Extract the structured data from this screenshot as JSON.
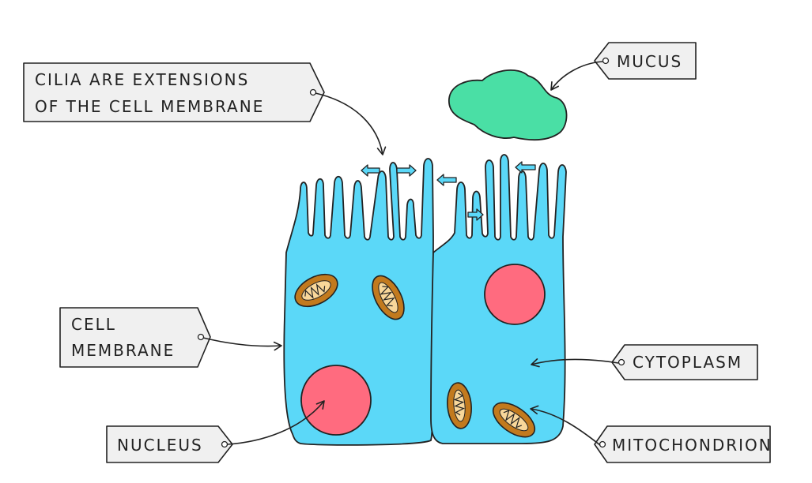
{
  "diagram": {
    "labels": {
      "cilia_line1": "CILIA ARE EXTENSIONS",
      "cilia_line2": "OF THE CELL MEMBRANE",
      "mucus": "MUCUS",
      "cell_membrane_line1": "CELL",
      "cell_membrane_line2": "MEMBRANE",
      "cytoplasm": "CYTOPLASM",
      "nucleus": "NUCLEUS",
      "mitochondrion": "MITOCHONDRION"
    }
  },
  "colors": {
    "cell": "#5bd8f8",
    "nucleus": "#ff6b7f",
    "mitochondrion": "#c27a1e",
    "mucus": "#4adfa5",
    "tag_fill": "#f0f0f0",
    "outline": "#222222"
  },
  "icons": [
    "arrow-left-icon",
    "arrow-right-icon"
  ]
}
